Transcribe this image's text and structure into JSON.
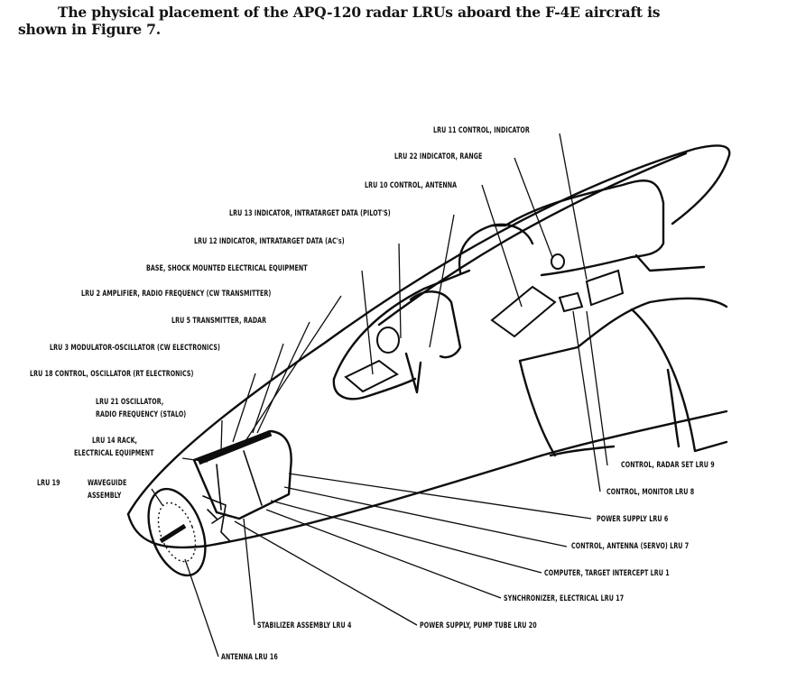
{
  "document": {
    "intro_text_line1": "The physical placement of the APQ-120 radar LRUs aboard the F-4E aircraft is",
    "intro_text_line2": "shown in Figure 7."
  },
  "figure": {
    "subject": "F-4E forward fuselage cutaway with APQ-120 radar LRU locations",
    "labels": {
      "lru11": "LRU 11 CONTROL, INDICATOR",
      "lru22": "LRU 22 INDICATOR, RANGE",
      "lru10": "LRU 10 CONTROL, ANTENNA",
      "lru13": "LRU 13 INDICATOR, INTRATARGET DATA (PILOT'S)",
      "lru12": "LRU 12 INDICATOR, INTRATARGET DATA (AC's)",
      "base": "BASE, SHOCK MOUNTED ELECTRICAL EQUIPMENT",
      "lru2": "LRU 2 AMPLIFIER, RADIO FREQUENCY (CW TRANSMITTER)",
      "lru5": "LRU 5 TRANSMITTER, RADAR",
      "lru3": "LRU 3 MODULATOR-OSCILLATOR (CW ELECTRONICS)",
      "lru18": "LRU 18 CONTROL, OSCILLATOR (RT ELECTRONICS)",
      "lru21_line1": "LRU 21 OSCILLATOR,",
      "lru21_line2": "RADIO FREQUENCY (STALO)",
      "lru14_line1": "LRU 14 RACK,",
      "lru14_line2": "ELECTRICAL EQUIPMENT",
      "lru19_id": "LRU 19",
      "lru19_line1": "WAVEGUIDE",
      "lru19_line2": "ASSEMBLY",
      "lru9": "CONTROL, RADAR SET LRU 9",
      "lru8": "CONTROL, MONITOR LRU 8",
      "lru6": "POWER SUPPLY LRU 6",
      "lru7": "CONTROL, ANTENNA (SERVO) LRU 7",
      "lru1": "COMPUTER, TARGET INTERCEPT LRU 1",
      "lru17": "SYNCHRONIZER, ELECTRICAL LRU 17",
      "lru4": "STABILIZER ASSEMBLY LRU 4",
      "lru20": "POWER SUPPLY, PUMP TUBE LRU 20",
      "lru16": "ANTENNA LRU 16"
    }
  }
}
